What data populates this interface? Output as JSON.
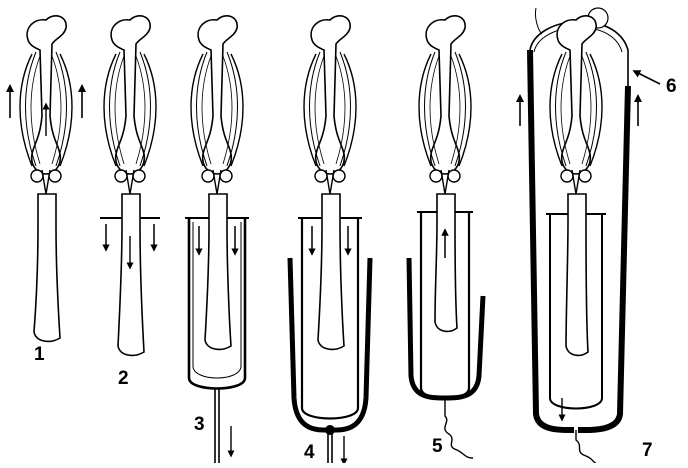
{
  "labels": {
    "panel_1": "1",
    "panel_2": "2",
    "panel_3": "3",
    "panel_4": "4",
    "panel_5": "5",
    "panel_6": "6",
    "panel_7": "7"
  },
  "colors": {
    "ink": "#000000",
    "paper": "#ffffff"
  }
}
